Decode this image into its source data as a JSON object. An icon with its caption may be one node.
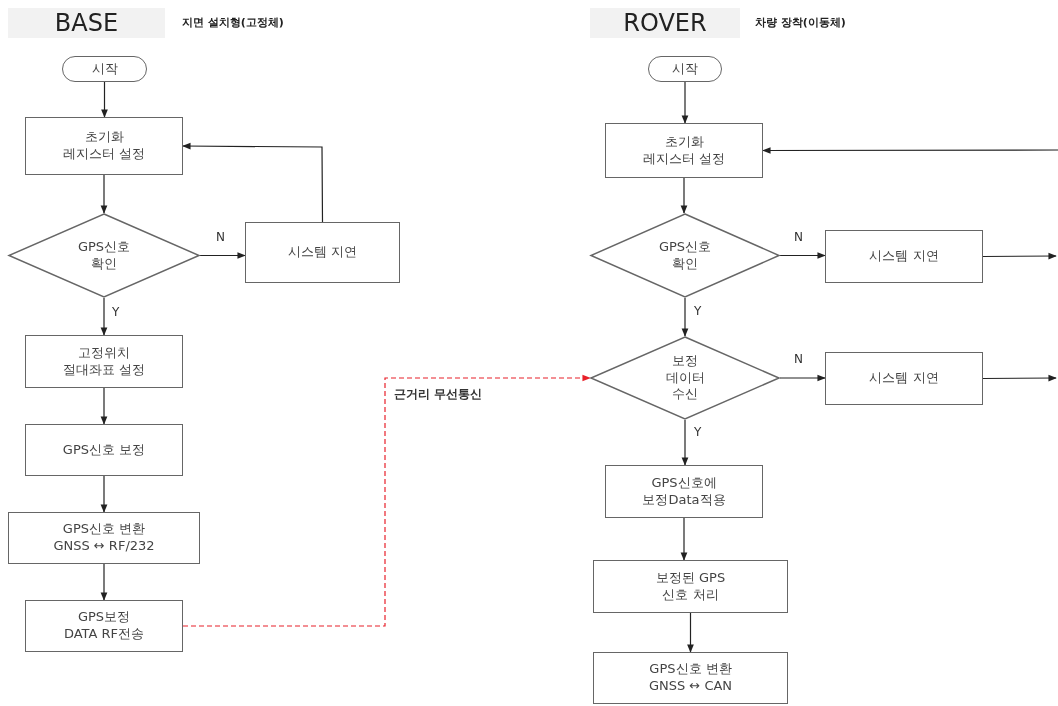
{
  "diagram": {
    "nodes": [
      {
        "text": [
          "시작"
        ]
      },
      {
        "text": [
          "초기화 레지스터 설정"
        ]
      },
      {
        "text": [
          "GPS신호 확인"
        ]
      },
      {
        "text": [
          "시스템 지연"
        ]
      },
      {
        "text": [
          "고정위치 절대좌표 설정"
        ]
      },
      {
        "text": [
          "GPS신호 보정"
        ]
      },
      {
        "text": [
          "GPS신호 변환 GNSS ↔ RF/232"
        ]
      },
      {
        "text": [
          "GPS보정 DATA RF전송"
        ]
      },
      {
        "text": [
          "시작"
        ]
      },
      {
        "text": [
          "초기화 레지스터 설정"
        ]
      },
      {
        "text": [
          "GPS신호 확인"
        ]
      },
      {
        "text": [
          "시스템 지연"
        ]
      },
      {
        "text": [
          "보정 데이터 수신"
        ]
      },
      {
        "text": [
          "시스템 지연"
        ]
      },
      {
        "text": [
          "GPS신호에 보정Data적용"
        ]
      },
      {
        "text": [
          "보정된 GPS 신호 처리"
        ]
      },
      {
        "text": [
          "GPS신호 변환 GNSS ↔ CAN"
        ]
      }
    ],
    "edges": [
      {
        "from": 0,
        "to": 1,
        "arrow": "to"
      },
      {
        "from": 1,
        "to": 2,
        "arrow": "to"
      },
      {
        "from": 2,
        "to": 3,
        "arrow": "to",
        "label": "N"
      },
      {
        "from": 3,
        "to": 1,
        "arrow": "to"
      },
      {
        "from": 2,
        "to": 4,
        "arrow": "to",
        "label": "Y"
      },
      {
        "from": 4,
        "to": 5,
        "arrow": "to"
      },
      {
        "from": 5,
        "to": 6,
        "arrow": "to"
      },
      {
        "from": 6,
        "to": 7,
        "arrow": "to"
      },
      {
        "from": 7,
        "to": 12,
        "arrow": "to",
        "label": "근거리 무선통신",
        "style": "dashed",
        "color": "#e8202a"
      },
      {
        "from": 8,
        "to": 9,
        "arrow": "to"
      },
      {
        "from": 9,
        "to": 10,
        "arrow": "to"
      },
      {
        "from": 10,
        "to": 11,
        "arrow": "to",
        "label": "N"
      },
      {
        "from": 11,
        "to": null,
        "arrow": "to"
      },
      {
        "from": 10,
        "to": 12,
        "arrow": "to",
        "label": "Y"
      },
      {
        "from": 12,
        "to": 13,
        "arrow": "to",
        "label": "N"
      },
      {
        "from": 13,
        "to": null,
        "arrow": "to"
      },
      {
        "from": 12,
        "to": 14,
        "arrow": "to",
        "label": "Y"
      },
      {
        "from": 14,
        "to": 15,
        "arrow": "to"
      },
      {
        "from": 15,
        "to": 16,
        "arrow": "to"
      },
      {
        "from": null,
        "to": 9,
        "arrow": "to"
      }
    ],
    "labels": [
      "BASE",
      "지면 설치형(고정체)",
      "ROVER",
      "차량 장착(이동체)"
    ]
  }
}
